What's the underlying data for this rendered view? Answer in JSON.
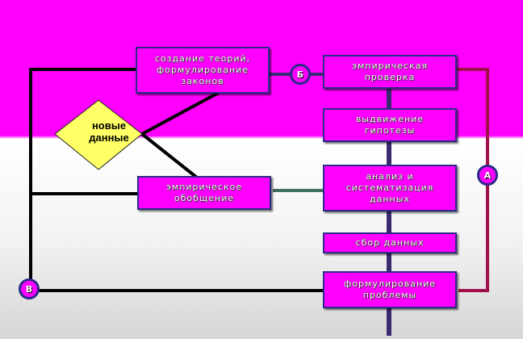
{
  "diagram": {
    "boxes": {
      "theory": "создание теорий,\nформулирование\nзаконов",
      "empirical_check": "эмпирическая\nпроверка",
      "hypothesis": "выдвижение\nгипотезы",
      "generalization": "эмпирическое\nобобщение",
      "analysis": "анализ и\nсистематизация\nданных",
      "data_collection": "сбор данных",
      "problem": "формулирование\nпроблемы"
    },
    "new_data": "новые\nданные",
    "nodes": {
      "a": "А",
      "b": "Б",
      "v": "В"
    }
  },
  "colors": {
    "box_fill": "#ff00ff",
    "box_border": "#2b2b88",
    "diamond_fill": "#ffff66",
    "line_black": "#000000",
    "line_crimson": "#a0104a",
    "line_navy": "#3a2a70",
    "line_green": "#3f6f5f"
  }
}
